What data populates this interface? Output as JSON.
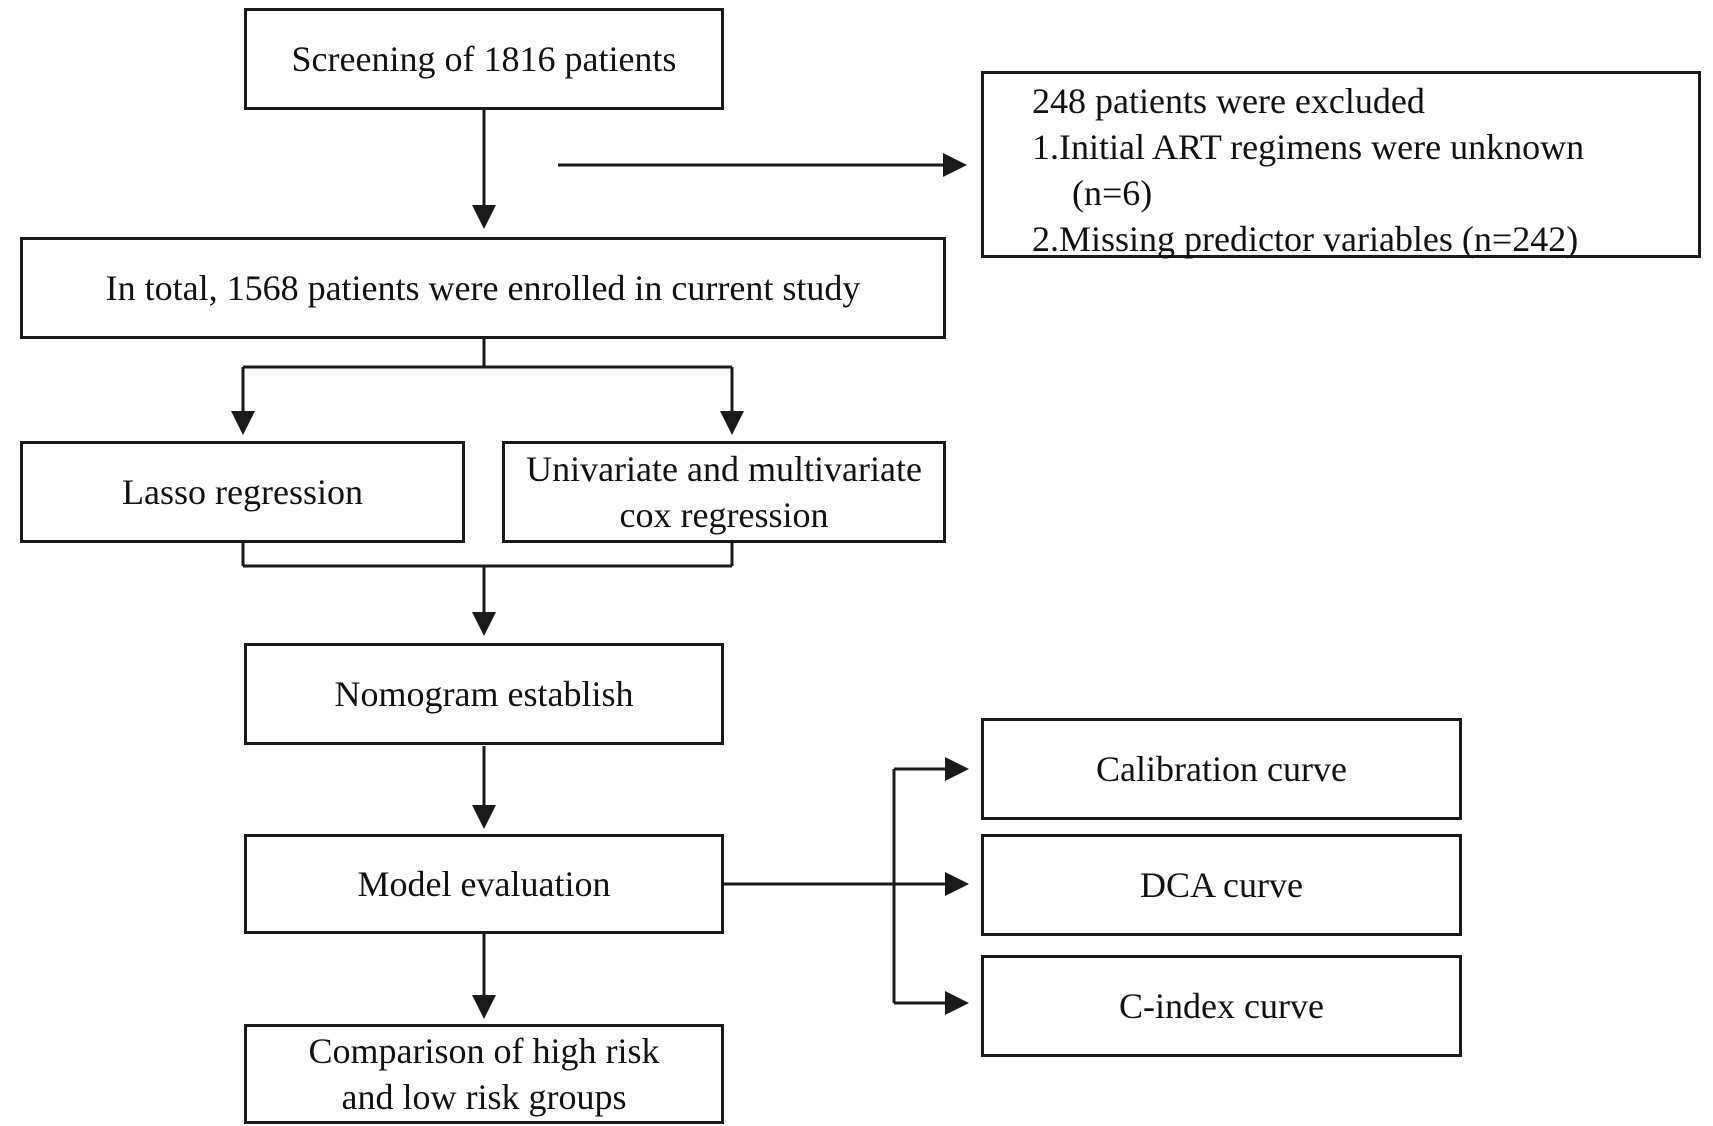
{
  "flowchart": {
    "screening": "Screening of 1816 patients",
    "exclusion": {
      "heading": "248 patients were excluded",
      "items": [
        "1.Initial ART regimens were unknown",
        "(n=6)",
        "2.Missing predictor variables (n=242)"
      ]
    },
    "enrolled": "In total, 1568 patients were enrolled in current study",
    "lasso": "Lasso regression",
    "cox": {
      "line1": "Univariate and multivariate",
      "line2": "cox regression"
    },
    "nomogram": "Nomogram establish",
    "evaluation": "Model evaluation",
    "comparison": {
      "line1": "Comparison of high risk",
      "line2": "and low risk groups"
    },
    "calibration": "Calibration curve",
    "dca": "DCA curve",
    "cindex": "C-index curve"
  }
}
